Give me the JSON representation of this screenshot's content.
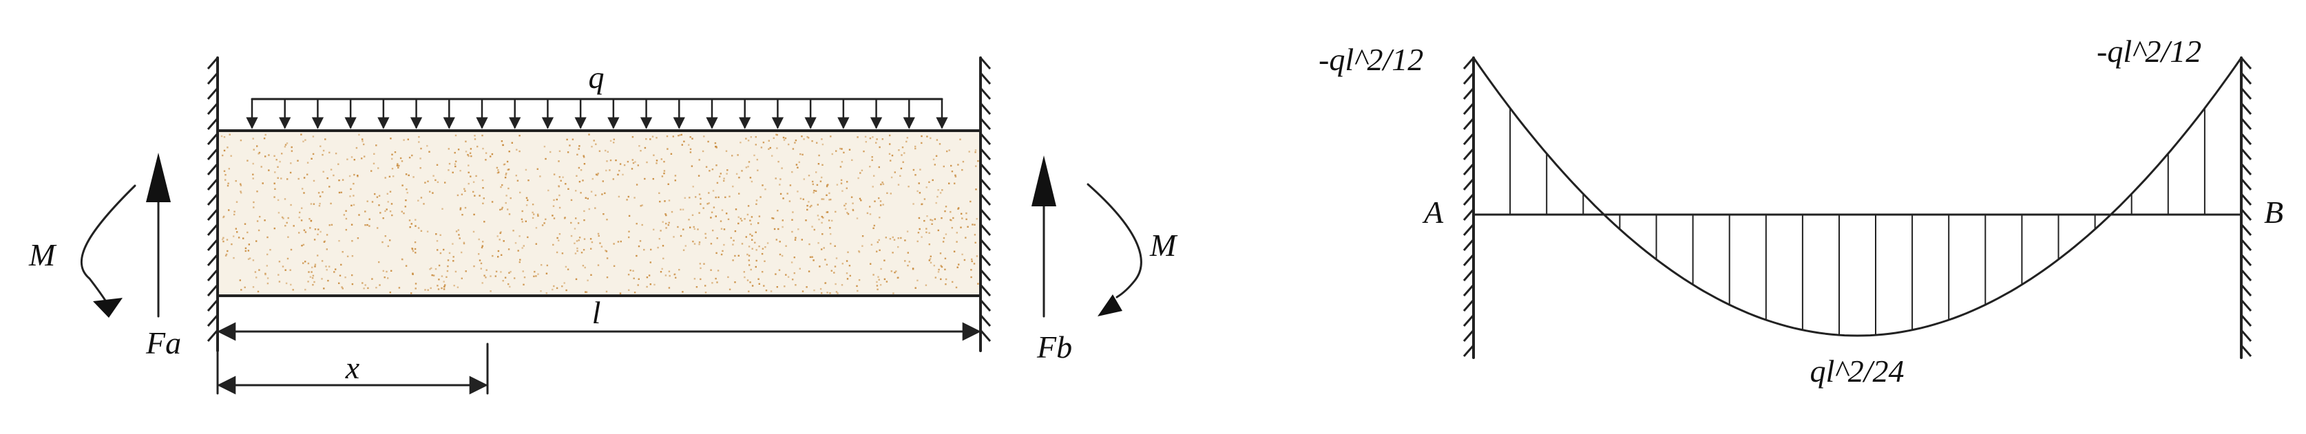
{
  "beam": {
    "load_label": "q",
    "length_label": "l",
    "position_label": "x",
    "moment_left_label": "M",
    "moment_right_label": "M",
    "reaction_left_label": "Fa",
    "reaction_right_label": "Fb",
    "beam_fill_color": "#f7f1e6",
    "speckle_color": "#c8893a"
  },
  "moment_diagram": {
    "end_left_label": "-ql^2/12",
    "end_right_label": "-ql^2/12",
    "mid_label": "ql^2/24",
    "support_left_label": "A",
    "support_right_label": "B"
  }
}
